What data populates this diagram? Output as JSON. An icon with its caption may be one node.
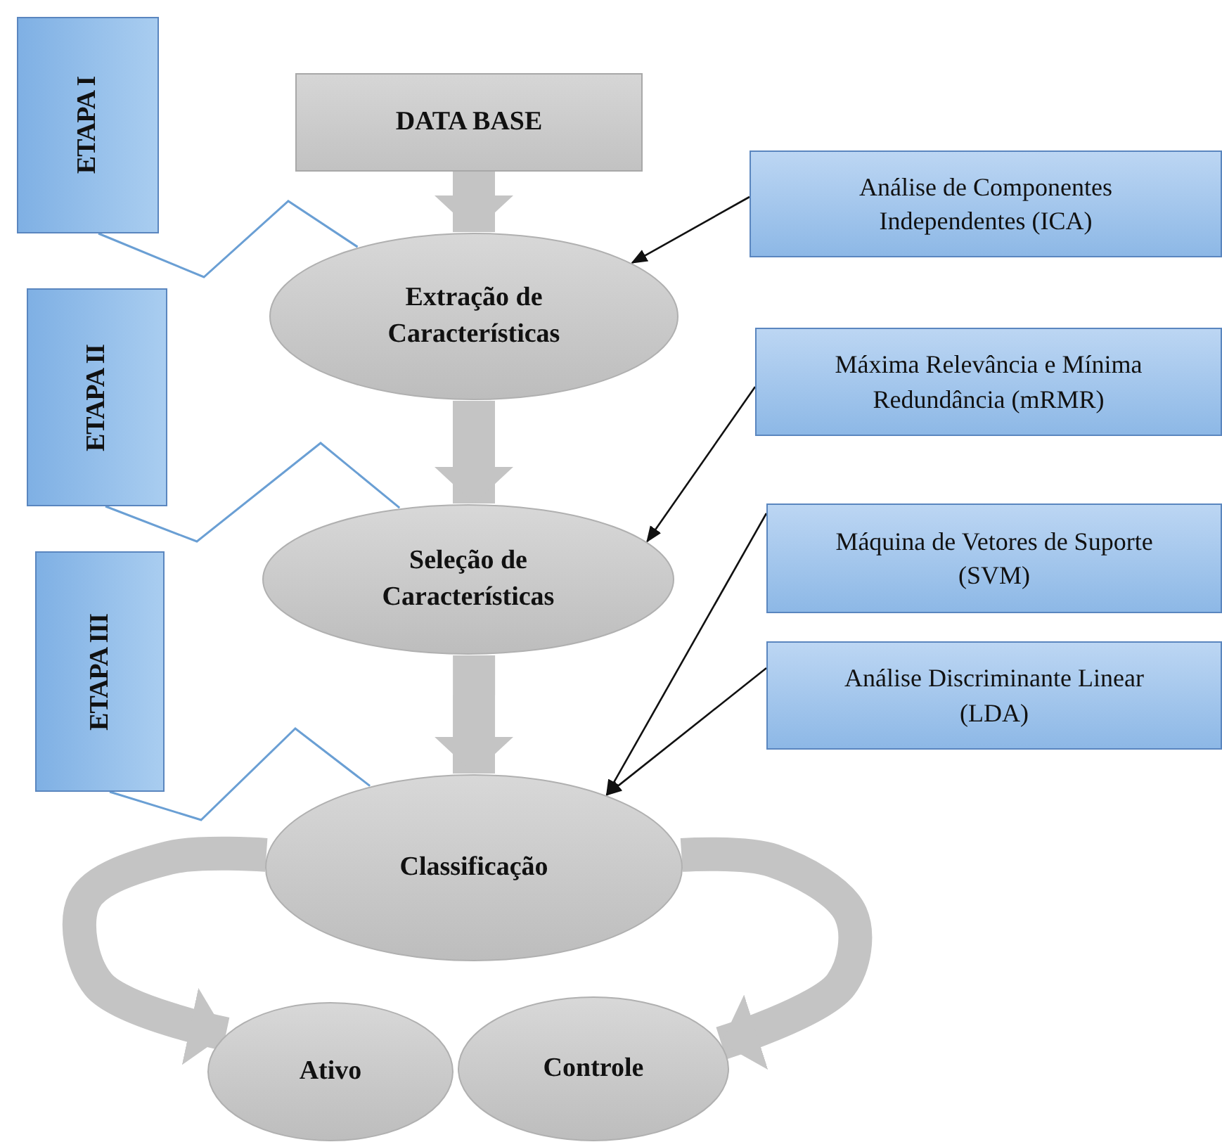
{
  "diagram": {
    "nodes": [
      {
        "text": [
          "ETAPA I"
        ]
      },
      {
        "text": [
          "DATA BASE"
        ]
      },
      {
        "text": [
          "Análise de Componentes Independentes (ICA)"
        ]
      },
      {
        "text": [
          "Extração de Características"
        ]
      },
      {
        "text": [
          "ETAPA II"
        ]
      },
      {
        "text": [
          "Máxima Relevância e Mínima Redundância (mRMR)"
        ]
      },
      {
        "text": [
          "Seleção de Características"
        ]
      },
      {
        "text": [
          "ETAPA III"
        ]
      },
      {
        "text": [
          "Máquina de Vetores de Suporte (SVM)"
        ]
      },
      {
        "text": [
          "Análise Discriminante Linear (LDA)"
        ]
      },
      {
        "text": [
          "Classificação"
        ]
      },
      {
        "text": [
          "Ativo"
        ]
      },
      {
        "text": [
          "Controle"
        ]
      }
    ],
    "edges": [
      {
        "from": 1,
        "to": 3,
        "arrow": "to",
        "style": "thick"
      },
      {
        "from": 3,
        "to": 6,
        "arrow": "to",
        "style": "thick"
      },
      {
        "from": 6,
        "to": 10,
        "arrow": "to",
        "style": "thick"
      },
      {
        "from": 10,
        "to": 11,
        "arrow": "to",
        "style": "thick"
      },
      {
        "from": 10,
        "to": 12,
        "arrow": "to",
        "style": "thick"
      },
      {
        "from": 2,
        "to": 3,
        "arrow": "to",
        "color": "#111111"
      },
      {
        "from": 5,
        "to": 6,
        "arrow": "to",
        "color": "#111111"
      },
      {
        "from": 8,
        "to": 10,
        "arrow": "to",
        "color": "#111111"
      },
      {
        "from": 9,
        "to": 10,
        "arrow": "to",
        "color": "#111111"
      },
      {
        "from": 0,
        "to": 3,
        "arrow": "none",
        "color": "#6a9fd4"
      },
      {
        "from": 4,
        "to": 6,
        "arrow": "none",
        "color": "#6a9fd4"
      },
      {
        "from": 7,
        "to": 10,
        "arrow": "none",
        "color": "#6a9fd4"
      }
    ]
  }
}
